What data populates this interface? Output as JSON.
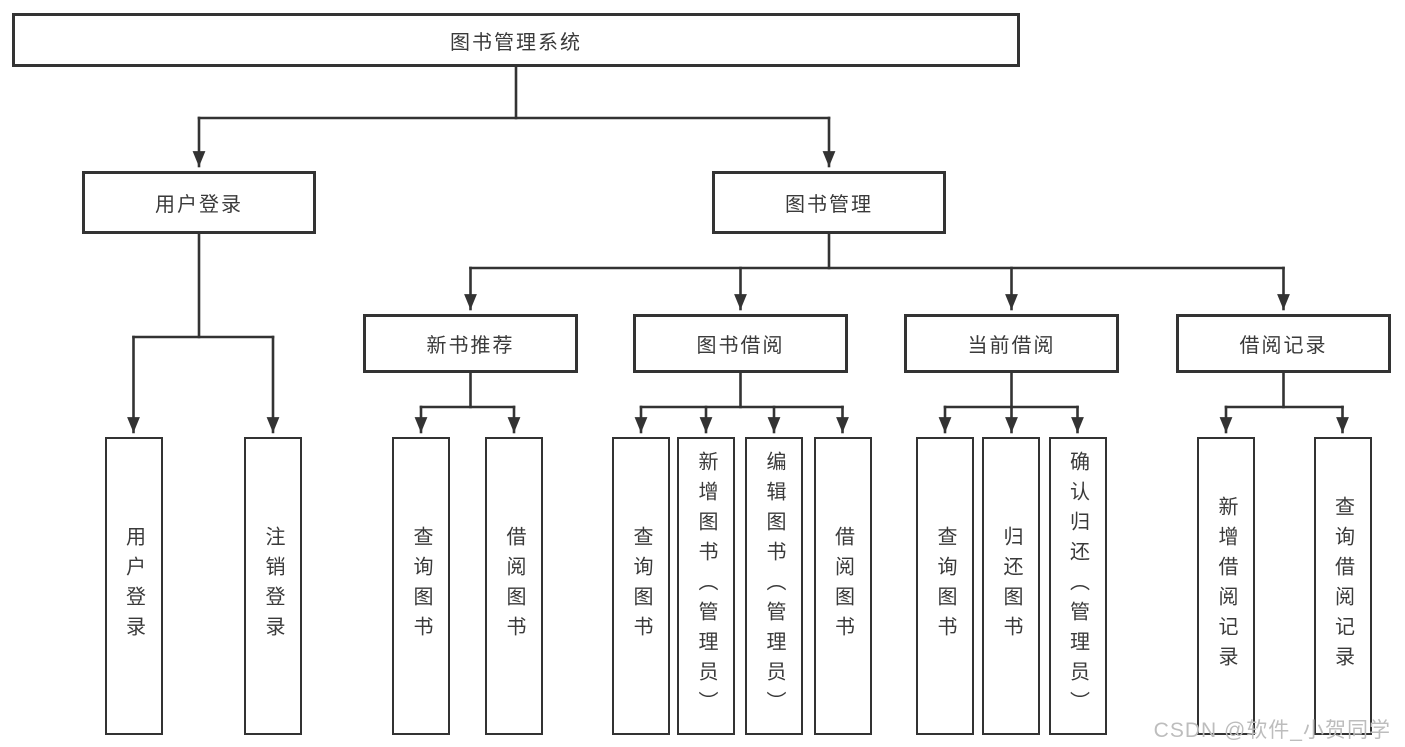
{
  "diagram": {
    "tree": {
      "label": "图书管理系统",
      "children": [
        {
          "label": "用户登录",
          "children": [
            {
              "label": "用户登录"
            },
            {
              "label": "注销登录"
            }
          ]
        },
        {
          "label": "图书管理",
          "children": [
            {
              "label": "新书推荐",
              "children": [
                {
                  "label": "查询图书"
                },
                {
                  "label": "借阅图书"
                }
              ]
            },
            {
              "label": "图书借阅",
              "children": [
                {
                  "label": "查询图书"
                },
                {
                  "label": "新增图书（管理员）"
                },
                {
                  "label": "编辑图书（管理员）"
                },
                {
                  "label": "借阅图书"
                }
              ]
            },
            {
              "label": "当前借阅",
              "children": [
                {
                  "label": "查询图书"
                },
                {
                  "label": "归还图书"
                },
                {
                  "label": "确认归还（管理员）"
                }
              ]
            },
            {
              "label": "借阅记录",
              "children": [
                {
                  "label": "新增借阅记录"
                },
                {
                  "label": "查询借阅记录"
                }
              ]
            }
          ]
        }
      ]
    },
    "watermark": "CSDN @软件_小贺同学",
    "colors": {
      "line": "#333333",
      "text": "#3a3a3a",
      "watermark": "#bdbdbd",
      "background": "#ffffff"
    }
  }
}
